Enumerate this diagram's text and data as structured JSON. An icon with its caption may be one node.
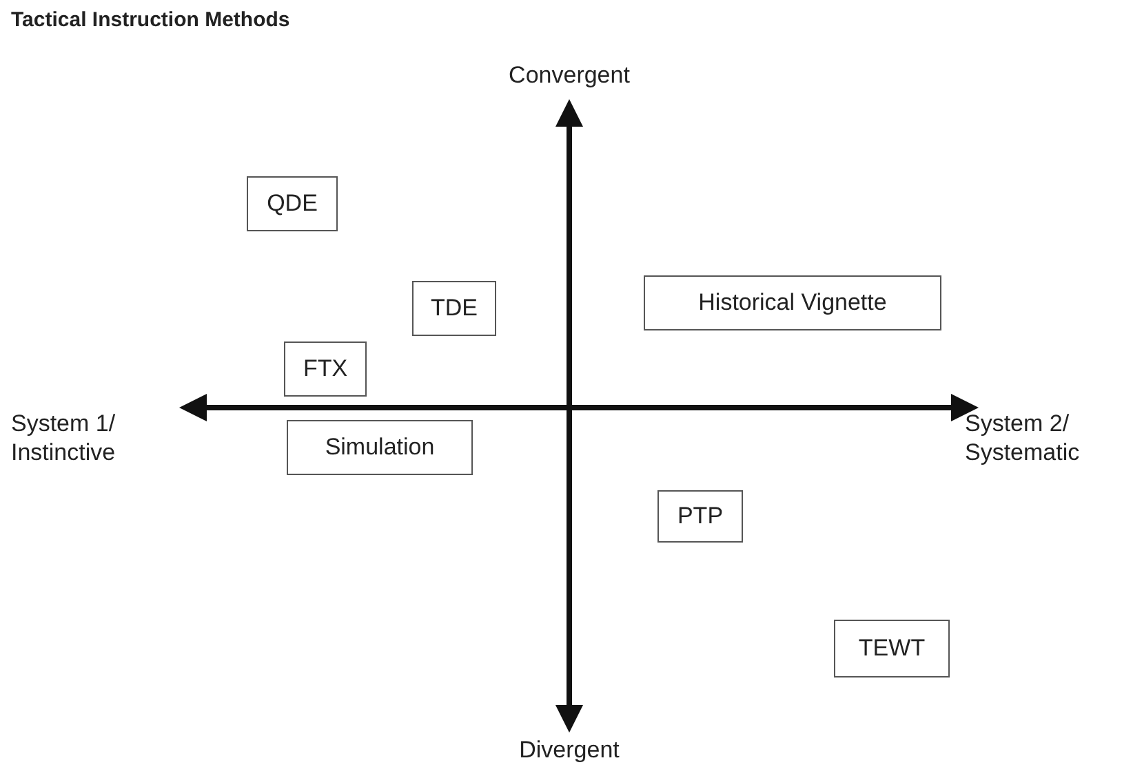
{
  "diagram": {
    "title": "Tactical Instruction Methods",
    "nodes": [
      {
        "text": [
          "QDE"
        ]
      },
      {
        "text": [
          "TDE"
        ]
      },
      {
        "text": [
          "Historical Vignette"
        ]
      },
      {
        "text": [
          "FTX"
        ]
      },
      {
        "text": [
          "Simulation"
        ]
      },
      {
        "text": [
          "PTP"
        ]
      },
      {
        "text": [
          "TEWT"
        ]
      }
    ],
    "labels": [
      "Convergent",
      "System 1/ Instinctive",
      "System 2/ Systematic",
      "Divergent"
    ]
  }
}
